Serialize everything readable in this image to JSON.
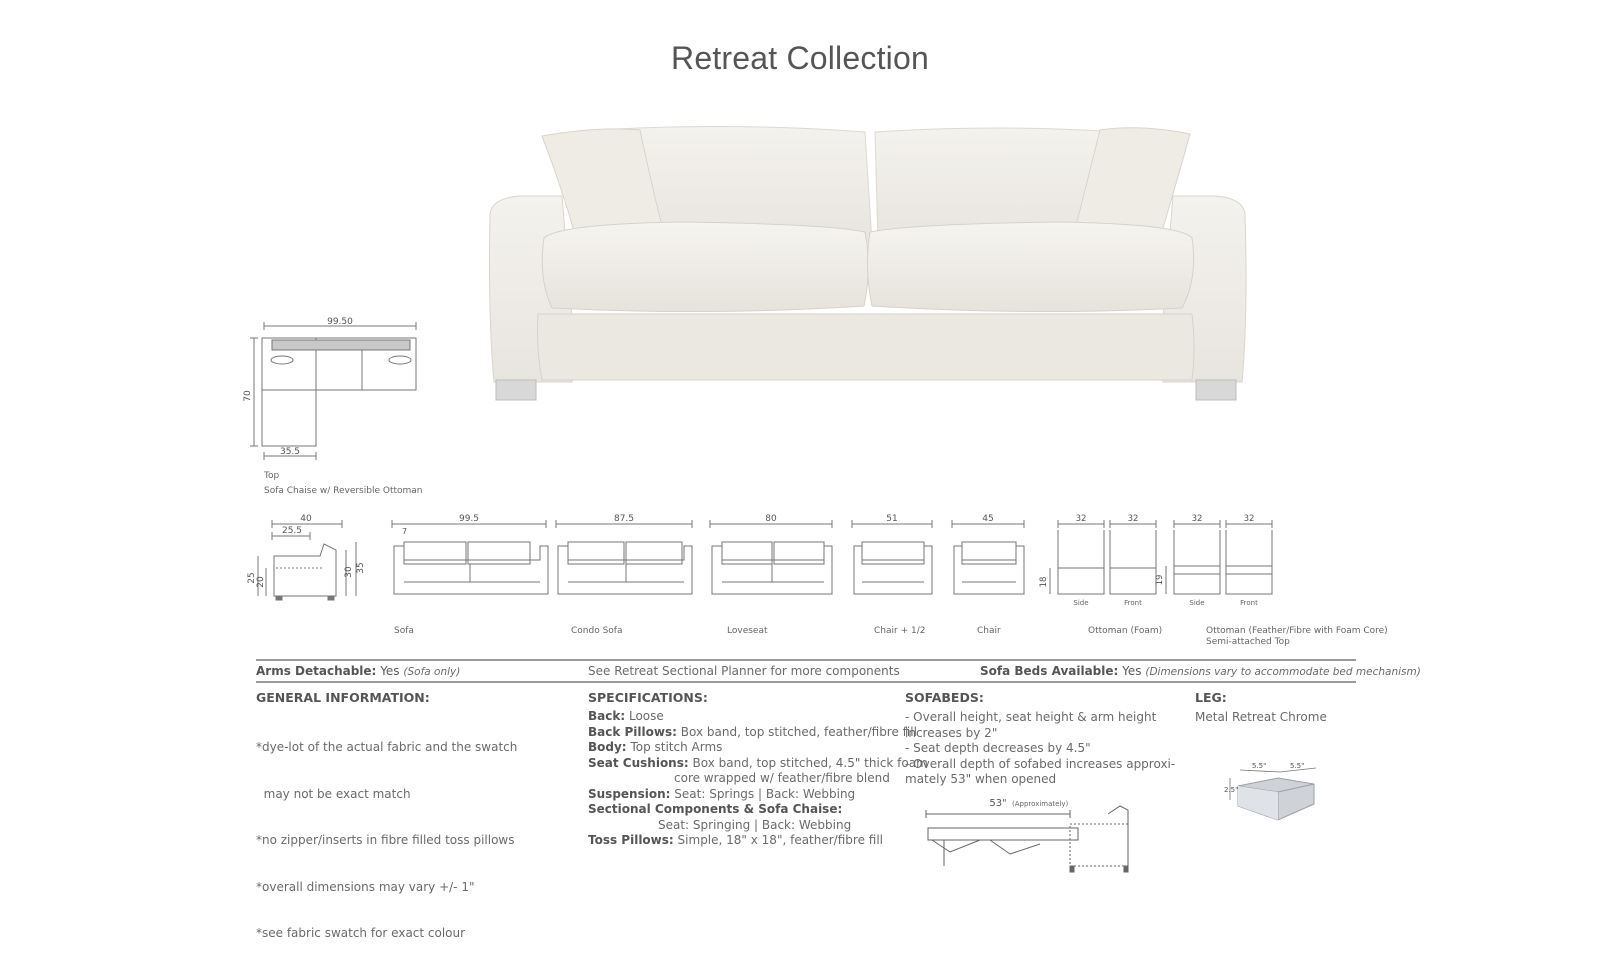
{
  "title": "Retreat Collection",
  "top_diagram": {
    "width_dim": "99.50",
    "depth_dim": "70",
    "chaise_dim": "35.5",
    "label_view": "Top",
    "label_name": "Sofa Chaise w/ Reversible Ottoman"
  },
  "side_profile": {
    "depth": "40",
    "seat_depth": "25.5",
    "arm_h": "25",
    "seat_h": "20",
    "back_inner": "30",
    "back_h": "35"
  },
  "pieces": [
    {
      "name": "Sofa",
      "dim": "99.5",
      "extra": "7"
    },
    {
      "name": "Condo Sofa",
      "dim": "87.5"
    },
    {
      "name": "Loveseat",
      "dim": "80"
    },
    {
      "name": "Chair + 1/2",
      "dim": "51"
    },
    {
      "name": "Chair",
      "dim": "45"
    }
  ],
  "ottomans": [
    {
      "name": "Ottoman (Foam)",
      "sub": "",
      "side_dim": "32",
      "front_dim": "32",
      "height": "18",
      "side_label": "Side",
      "front_label": "Front"
    },
    {
      "name": "Ottoman (Feather/Fibre with Foam Core)",
      "sub": "Semi-attached Top",
      "side_dim": "32",
      "front_dim": "32",
      "height": "19",
      "side_label": "Side",
      "front_label": "Front"
    }
  ],
  "info_bar": {
    "arms_label": "Arms Detachable:",
    "arms_value": "Yes",
    "arms_note": "(Sofa only)",
    "planner": "See Retreat  Sectional Planner for more components",
    "sofabeds_label": "Sofa Beds Available:",
    "sofabeds_value": "Yes",
    "sofabeds_note": "(Dimensions vary to accommodate bed mechanism)"
  },
  "general": {
    "heading": "GENERAL INFORMATION:",
    "lines": [
      "*dye-lot of the actual fabric and the swatch",
      "  may not be exact match",
      "*no zipper/inserts in fibre filled toss pillows",
      "*overall dimensions may vary +/- 1\"",
      "*see fabric swatch for exact colour"
    ]
  },
  "specs": {
    "heading": "SPECIFICATIONS:",
    "items": [
      {
        "label": "Back:",
        "value": "Loose"
      },
      {
        "label": "Back Pillows:",
        "value": "Box band, top stitched, feather/fibre fill"
      },
      {
        "label": "Body:",
        "value": "Top stitch Arms"
      },
      {
        "label": "Seat Cushions:",
        "value": "Box band, top stitched,  4.5\" thick foam"
      },
      {
        "label": "",
        "value": "core wrapped w/ feather/fibre blend"
      },
      {
        "label": "Suspension:",
        "value": "Seat: Springs  |  Back: Webbing"
      },
      {
        "label": "Sectional Components & Sofa Chaise:",
        "value": ""
      },
      {
        "label": "",
        "value": "Seat: Springing  |  Back: Webbing"
      },
      {
        "label": "Toss Pillows:",
        "value": "Simple, 18\" x 18\", feather/fibre fill"
      }
    ]
  },
  "sofabeds": {
    "heading": "SOFABEDS:",
    "lines": [
      "- Overall height, seat height & arm height",
      "increases by 2\"",
      "- Seat depth decreases by 4.5\"",
      "- Overall depth of sofabed increases approxi-",
      "mately 53\" when opened"
    ],
    "diagram_dim": "53\"",
    "diagram_note": "(Approximately)"
  },
  "leg": {
    "heading": "LEG:",
    "value": "Metal Retreat Chrome",
    "dim_a": "5.5\"",
    "dim_b": "5.5\"",
    "dim_h": "2.5\""
  }
}
